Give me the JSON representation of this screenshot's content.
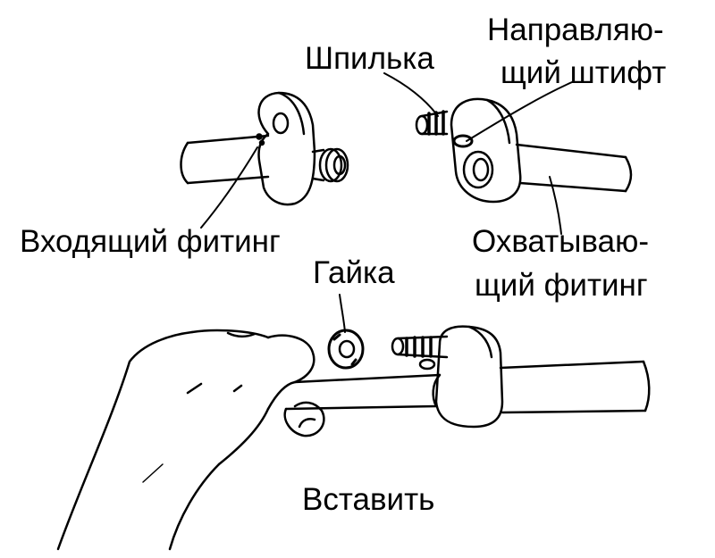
{
  "labels": {
    "stud": "Шпилька",
    "guide_pin_line1": "Направляю-",
    "guide_pin_line2": "щий штифт",
    "male_fitting": "Входящий фитинг",
    "female_fitting_line1": "Охватываю-",
    "female_fitting_line2": "щий фитинг",
    "nut": "Гайка",
    "insert": "Вставить"
  },
  "colors": {
    "ink": "#000000",
    "paper": "#ffffff"
  }
}
